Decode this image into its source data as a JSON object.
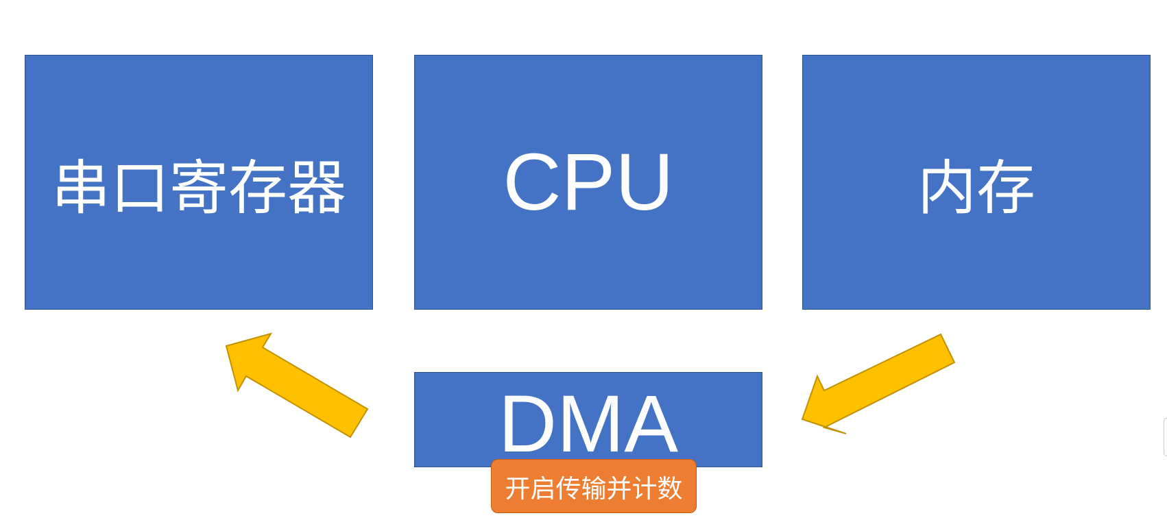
{
  "diagram": {
    "boxes": {
      "serial_register": "串口寄存器",
      "cpu": "CPU",
      "memory": "内存",
      "dma": "DMA"
    },
    "badge": "开启传输并计数",
    "arrows": [
      {
        "from": "dma",
        "to": "serial_register"
      },
      {
        "from": "memory",
        "to": "dma"
      }
    ]
  },
  "colors": {
    "box_fill": "#4472c4",
    "arrow_fill": "#ffc000",
    "badge_fill": "#ed7d31",
    "text": "#ffffff"
  }
}
